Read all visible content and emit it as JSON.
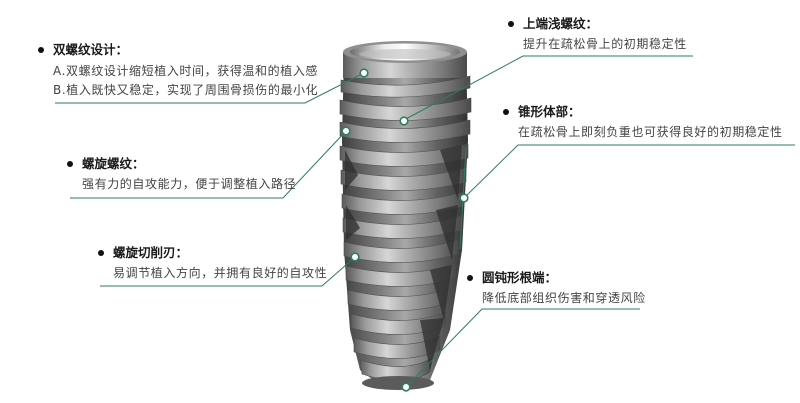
{
  "colors": {
    "line": "#2e7d5b",
    "bullet": "#111111",
    "title": "#1a1a1a",
    "text": "#444444",
    "background": "#ffffff"
  },
  "product": {
    "name": "dental-implant",
    "image_label": "implant-illustration"
  },
  "features": {
    "double_thread": {
      "title": "双螺纹设计：",
      "lines": [
        "A.双螺纹设计缩短植入时间，获得温和的植入感",
        "B.植入既快又稳定，实现了周围骨损伤的最小化"
      ]
    },
    "upper_shallow_thread": {
      "title": "上端浅螺纹：",
      "lines": [
        "提升在疏松骨上的初期稳定性"
      ]
    },
    "tapered_body": {
      "title": "锥形体部：",
      "lines": [
        "在疏松骨上即刻负重也可获得良好的初期稳定性"
      ]
    },
    "helical_thread": {
      "title": "螺旋螺纹：",
      "lines": [
        "强有力的自攻能力，便于调整植入路径"
      ]
    },
    "helical_cutting_edge": {
      "title": "螺旋切削刃：",
      "lines": [
        "易调节植入方向，并拥有良好的自攻性"
      ]
    },
    "rounded_apex": {
      "title": "圆钝形根端：",
      "lines": [
        "降低底部组织伤害和穿透风险"
      ]
    }
  }
}
